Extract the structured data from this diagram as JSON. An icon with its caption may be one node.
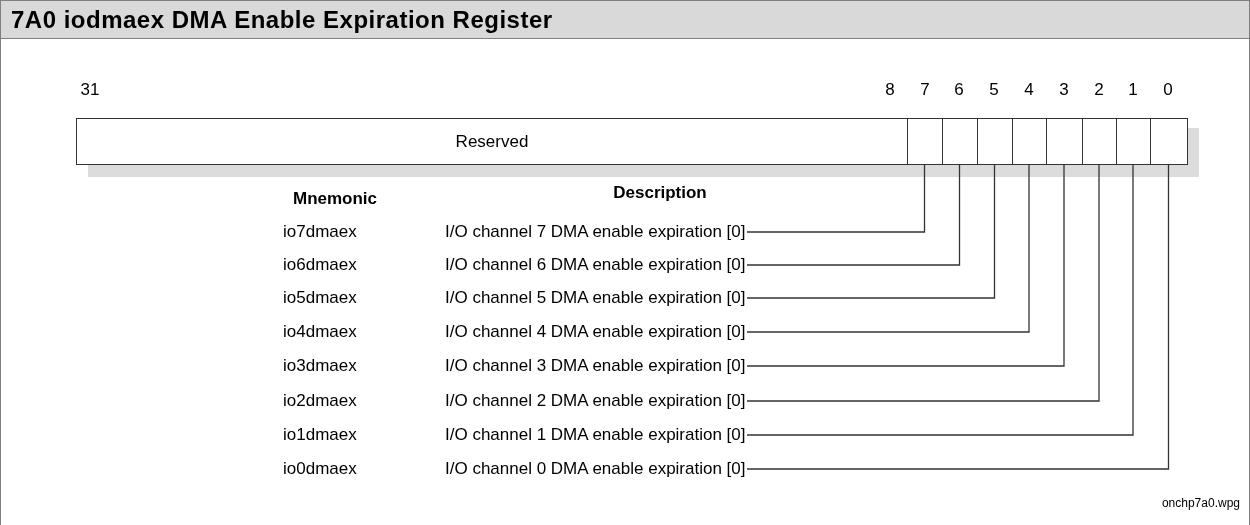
{
  "diagram": {
    "title": "7A0 iodmaex DMA Enable Expiration Register",
    "nodes": [
      {
        "text": [
          "Reserved"
        ]
      },
      {
        "text": [],
        "shape": "box"
      },
      {
        "text": [],
        "shape": "box"
      },
      {
        "text": [],
        "shape": "box"
      },
      {
        "text": [],
        "shape": "box"
      },
      {
        "text": [],
        "shape": "box"
      },
      {
        "text": [],
        "shape": "box"
      },
      {
        "text": [],
        "shape": "box"
      },
      {
        "text": [],
        "shape": "box"
      },
      {
        "text": [
          "I/O channel 7 DMA enable expiration [0]"
        ]
      },
      {
        "text": [
          "I/O channel 6 DMA enable expiration [0]"
        ]
      },
      {
        "text": [
          "I/O channel 5 DMA enable expiration [0]"
        ]
      },
      {
        "text": [
          "I/O channel 4 DMA enable expiration [0]"
        ]
      },
      {
        "text": [
          "I/O channel 3 DMA enable expiration [0]"
        ]
      },
      {
        "text": [
          "I/O channel 2 DMA enable expiration [0]"
        ]
      },
      {
        "text": [
          "I/O channel 1 DMA enable expiration [0]"
        ]
      },
      {
        "text": [
          "I/O channel 0 DMA enable expiration [0]"
        ]
      }
    ],
    "edges": [
      {
        "from": 9,
        "to": 1,
        "arrow": "none"
      },
      {
        "from": 10,
        "to": 2,
        "arrow": "none"
      },
      {
        "from": 11,
        "to": 3,
        "arrow": "none"
      },
      {
        "from": 12,
        "to": 4,
        "arrow": "none"
      },
      {
        "from": 13,
        "to": 5,
        "arrow": "none"
      },
      {
        "from": 14,
        "to": 6,
        "arrow": "none"
      },
      {
        "from": 15,
        "to": 7,
        "arrow": "none"
      },
      {
        "from": 16,
        "to": 8,
        "arrow": "none"
      }
    ],
    "labels": [
      "31",
      "8",
      "7",
      "6",
      "5",
      "4",
      "3",
      "2",
      "1",
      "0",
      "Mnemonic",
      "Description",
      "io7dmaex",
      "io6dmaex",
      "io5dmaex",
      "io4dmaex",
      "io3dmaex",
      "io2dmaex",
      "io1dmaex",
      "io0dmaex",
      "onchp7a0.wpg"
    ]
  }
}
